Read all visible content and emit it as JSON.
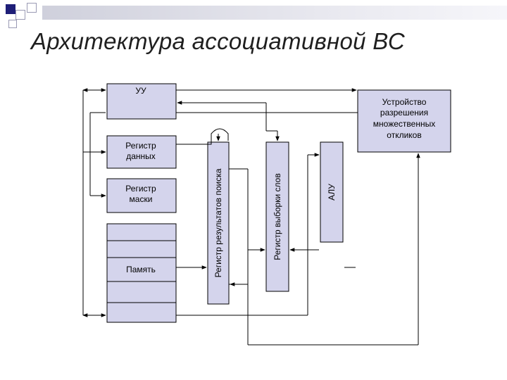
{
  "slide": {
    "title": "Архитектура ассоциативной ВС"
  },
  "diagram": {
    "blocks": {
      "control_unit": "УУ",
      "data_register": [
        "Регистр",
        "данных"
      ],
      "mask_register": [
        "Регистр",
        "маски"
      ],
      "memory": "Память",
      "search_result_register": "Регистр результатов поиска",
      "word_select_register": "Регистр выборки слов",
      "alu": "АЛУ",
      "multiple_response_resolver": [
        "Устройство",
        "разрешения",
        "множественных",
        "откликов"
      ]
    }
  },
  "colors": {
    "block_fill": "#d4d4ec",
    "title_text": "#1f1f1f",
    "deco_dark": "#1e1e78",
    "deco_light": "#ffffff"
  }
}
